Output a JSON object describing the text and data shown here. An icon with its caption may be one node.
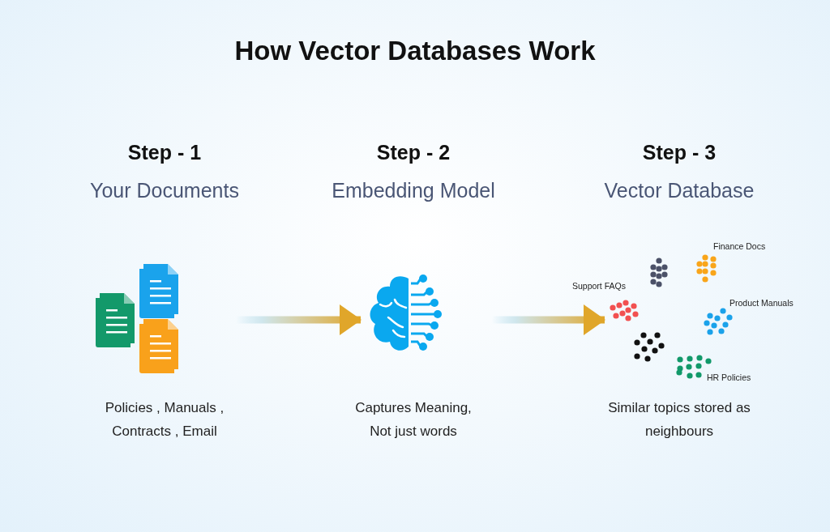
{
  "diagram": {
    "title": "How Vector Databases Work",
    "nodes": [
      {
        "text": [],
        "shape": "picture",
        "beside": [
          "Step - 1",
          "Your Documents",
          "Policies , Manuals , Contracts , Email"
        ]
      },
      {
        "text": [],
        "shape": "picture",
        "beside": [
          "Step - 2",
          "Embedding Model",
          "Captures Meaning, Not just words"
        ]
      },
      {
        "text": [],
        "shape": "picture",
        "beside": [
          "Step - 3",
          "Vector Database",
          "Similar topics stored as neighbours"
        ]
      }
    ],
    "edges": [
      {
        "from": 0,
        "to": 1,
        "arrow": "to"
      },
      {
        "from": 1,
        "to": 2,
        "arrow": "to"
      }
    ],
    "labels": [
      "Finance Docs",
      "Support FAQs",
      "Product Manuals",
      "HR Policies"
    ]
  }
}
